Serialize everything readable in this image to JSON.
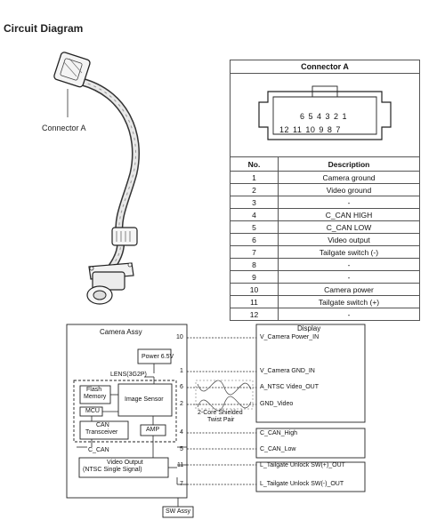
{
  "title": "Circuit Diagram",
  "connector_label": "Connector A",
  "connector_table": {
    "title": "Connector A",
    "pins_top": "6 5 4 3 2 1",
    "pins_bottom": "12 11 10 9 8 7",
    "col_no": "No.",
    "col_desc": "Description",
    "rows": [
      {
        "no": "1",
        "desc": "Camera ground"
      },
      {
        "no": "2",
        "desc": "Video ground"
      },
      {
        "no": "3",
        "desc": "-"
      },
      {
        "no": "4",
        "desc": "C_CAN HIGH"
      },
      {
        "no": "5",
        "desc": "C_CAN LOW"
      },
      {
        "no": "6",
        "desc": "Video output"
      },
      {
        "no": "7",
        "desc": "Tailgate switch (-)"
      },
      {
        "no": "8",
        "desc": "-"
      },
      {
        "no": "9",
        "desc": "-"
      },
      {
        "no": "10",
        "desc": "Camera power"
      },
      {
        "no": "11",
        "desc": "Tailgate switch (+)"
      },
      {
        "no": "12",
        "desc": "-"
      }
    ]
  },
  "schematic": {
    "camera_assy": "Camera Assy",
    "display": "Display",
    "power": "Power 6.5V",
    "lens": "LENS(3G2P)",
    "flash_memory_1": "Flash",
    "flash_memory_2": "Memory",
    "image_sensor": "Image Sensor",
    "mcu": "MCU",
    "can_transceiver_1": "CAN",
    "can_transceiver_2": "Transceiver",
    "amp": "AMP",
    "c_can": "C_CAN",
    "video_output_1": "Video Output",
    "video_output_2": "(NTSC Single Signal)",
    "twist_pair_1": "2-Core Shielded",
    "twist_pair_2": "Twist Pair",
    "sw_assy": "SW Assy",
    "pin_numbers": [
      "10",
      "1",
      "6",
      "2",
      "4",
      "5",
      "11",
      "7"
    ],
    "signals": [
      "V_Camera Power_IN",
      "V_Camera GND_IN",
      "A_NTSC Video_OUT",
      "GND_Video",
      "C_CAN_High",
      "C_CAN_Low",
      "L_Tailgate Unlock SW(+)_OUT",
      "L_Tailgate Unlock SW(-)_OUT"
    ]
  }
}
